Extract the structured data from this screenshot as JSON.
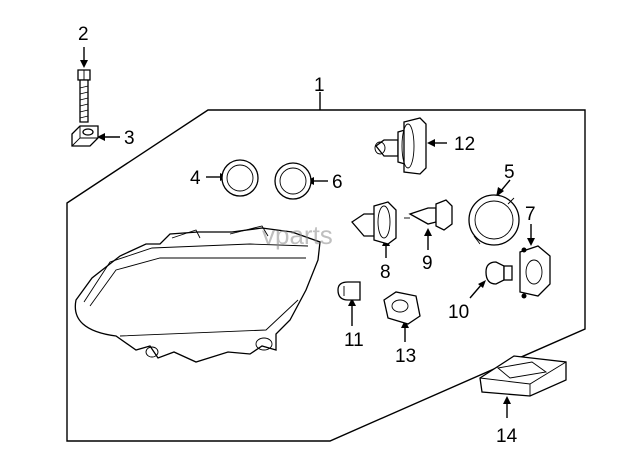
{
  "diagram": {
    "watermark": "vparts",
    "callouts": [
      "1",
      "2",
      "3",
      "4",
      "5",
      "6",
      "7",
      "8",
      "9",
      "10",
      "11",
      "12",
      "13",
      "14"
    ]
  }
}
